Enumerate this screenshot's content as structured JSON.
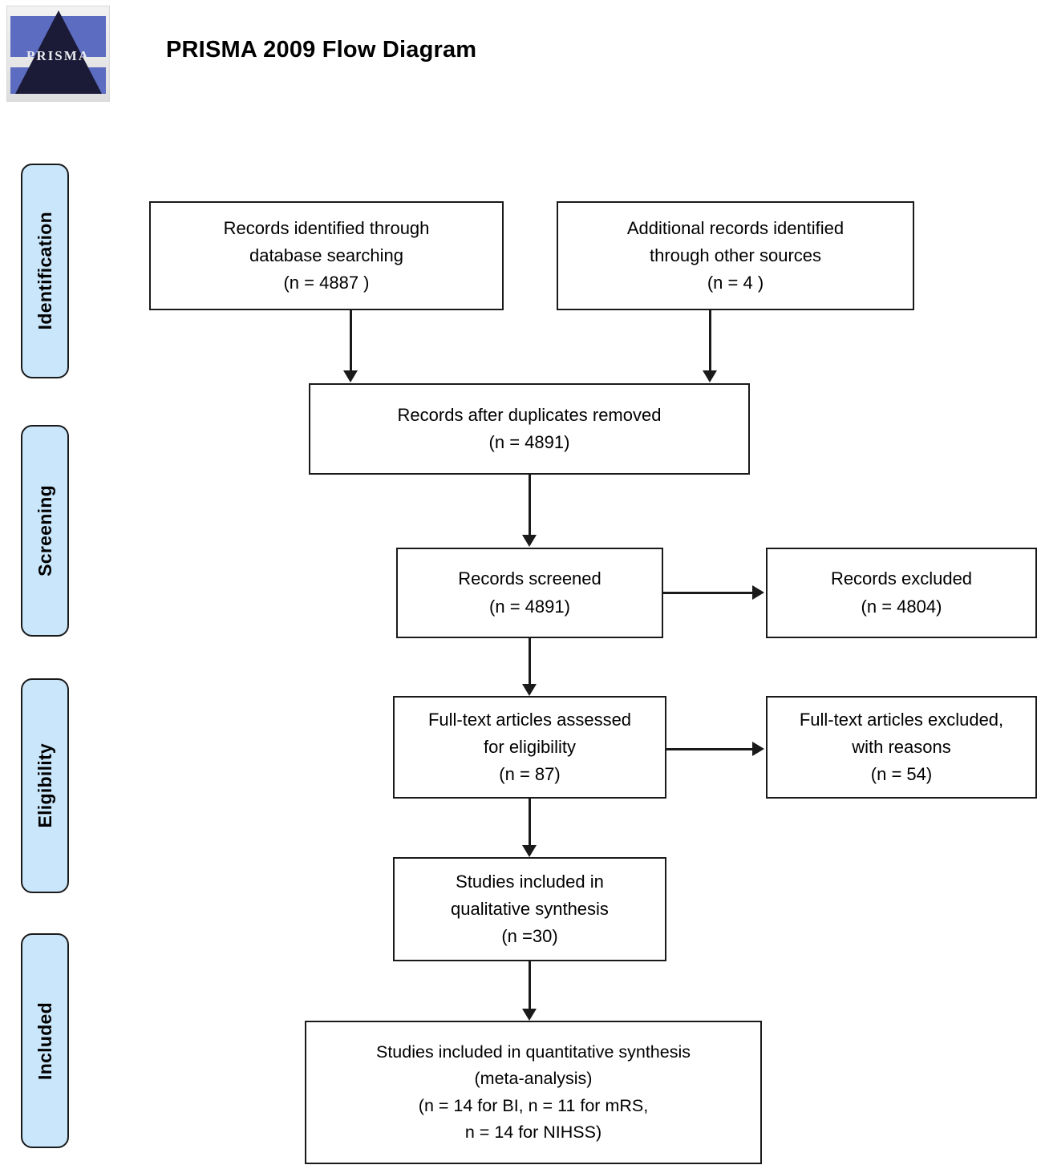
{
  "header": {
    "title": "PRISMA 2009 Flow Diagram",
    "logo_text": "PRISMA",
    "logo_icon": "prisma-pyramid-logo"
  },
  "stages": [
    {
      "id": "identification",
      "label": "Identification"
    },
    {
      "id": "screening",
      "label": "Screening"
    },
    {
      "id": "eligibility",
      "label": "Eligibility"
    },
    {
      "id": "included",
      "label": "Included"
    }
  ],
  "colors": {
    "stage_fill": "#c9e6fb",
    "stage_border": "#1a1a1a",
    "box_border": "#1a1a1a",
    "box_fill": "#ffffff",
    "connector": "#1a1a1a",
    "logo_band": "#5c6cc0",
    "logo_pyramid": "#1b1b37"
  },
  "chart_data": {
    "type": "diagram",
    "title": "PRISMA 2009 Flow Diagram",
    "nodes": [
      {
        "id": "records-identified-database",
        "stage": "Identification",
        "label": "Records identified through\ndatabase searching\n(n = 4887 )",
        "n": 4887
      },
      {
        "id": "additional-records-other-sources",
        "stage": "Identification",
        "label": "Additional records identified\nthrough other sources\n(n =  4 )",
        "n": 4
      },
      {
        "id": "records-after-duplicates-removed",
        "stage": "Identification",
        "label": "Records after duplicates removed\n(n = 4891)",
        "n": 4891
      },
      {
        "id": "records-screened",
        "stage": "Screening",
        "label": "Records screened\n(n = 4891)",
        "n": 4891
      },
      {
        "id": "records-excluded",
        "stage": "Screening",
        "label": "Records excluded\n(n = 4804)",
        "n": 4804
      },
      {
        "id": "fulltext-assessed",
        "stage": "Eligibility",
        "label": "Full-text articles assessed\nfor eligibility\n(n = 87)",
        "n": 87
      },
      {
        "id": "fulltext-excluded",
        "stage": "Eligibility",
        "label": "Full-text articles excluded,\nwith reasons\n(n = 54)",
        "n": 54
      },
      {
        "id": "qualitative-synthesis",
        "stage": "Included",
        "label": "Studies included in\nqualitative synthesis\n(n =30)",
        "n": 30
      },
      {
        "id": "quantitative-synthesis",
        "stage": "Included",
        "label": "Studies included in quantitative synthesis\n(meta-analysis)\n(n = 14 for BI, n = 11 for mRS,\nn = 14 for NIHSS)",
        "n_bi": 14,
        "n_mrs": 11,
        "n_nihss": 14
      }
    ],
    "edges": [
      {
        "from": "records-identified-database",
        "to": "records-after-duplicates-removed",
        "direction": "down"
      },
      {
        "from": "additional-records-other-sources",
        "to": "records-after-duplicates-removed",
        "direction": "down"
      },
      {
        "from": "records-after-duplicates-removed",
        "to": "records-screened",
        "direction": "down"
      },
      {
        "from": "records-screened",
        "to": "records-excluded",
        "direction": "right"
      },
      {
        "from": "records-screened",
        "to": "fulltext-assessed",
        "direction": "down"
      },
      {
        "from": "fulltext-assessed",
        "to": "fulltext-excluded",
        "direction": "right"
      },
      {
        "from": "fulltext-assessed",
        "to": "qualitative-synthesis",
        "direction": "down"
      },
      {
        "from": "qualitative-synthesis",
        "to": "quantitative-synthesis",
        "direction": "down"
      }
    ]
  }
}
